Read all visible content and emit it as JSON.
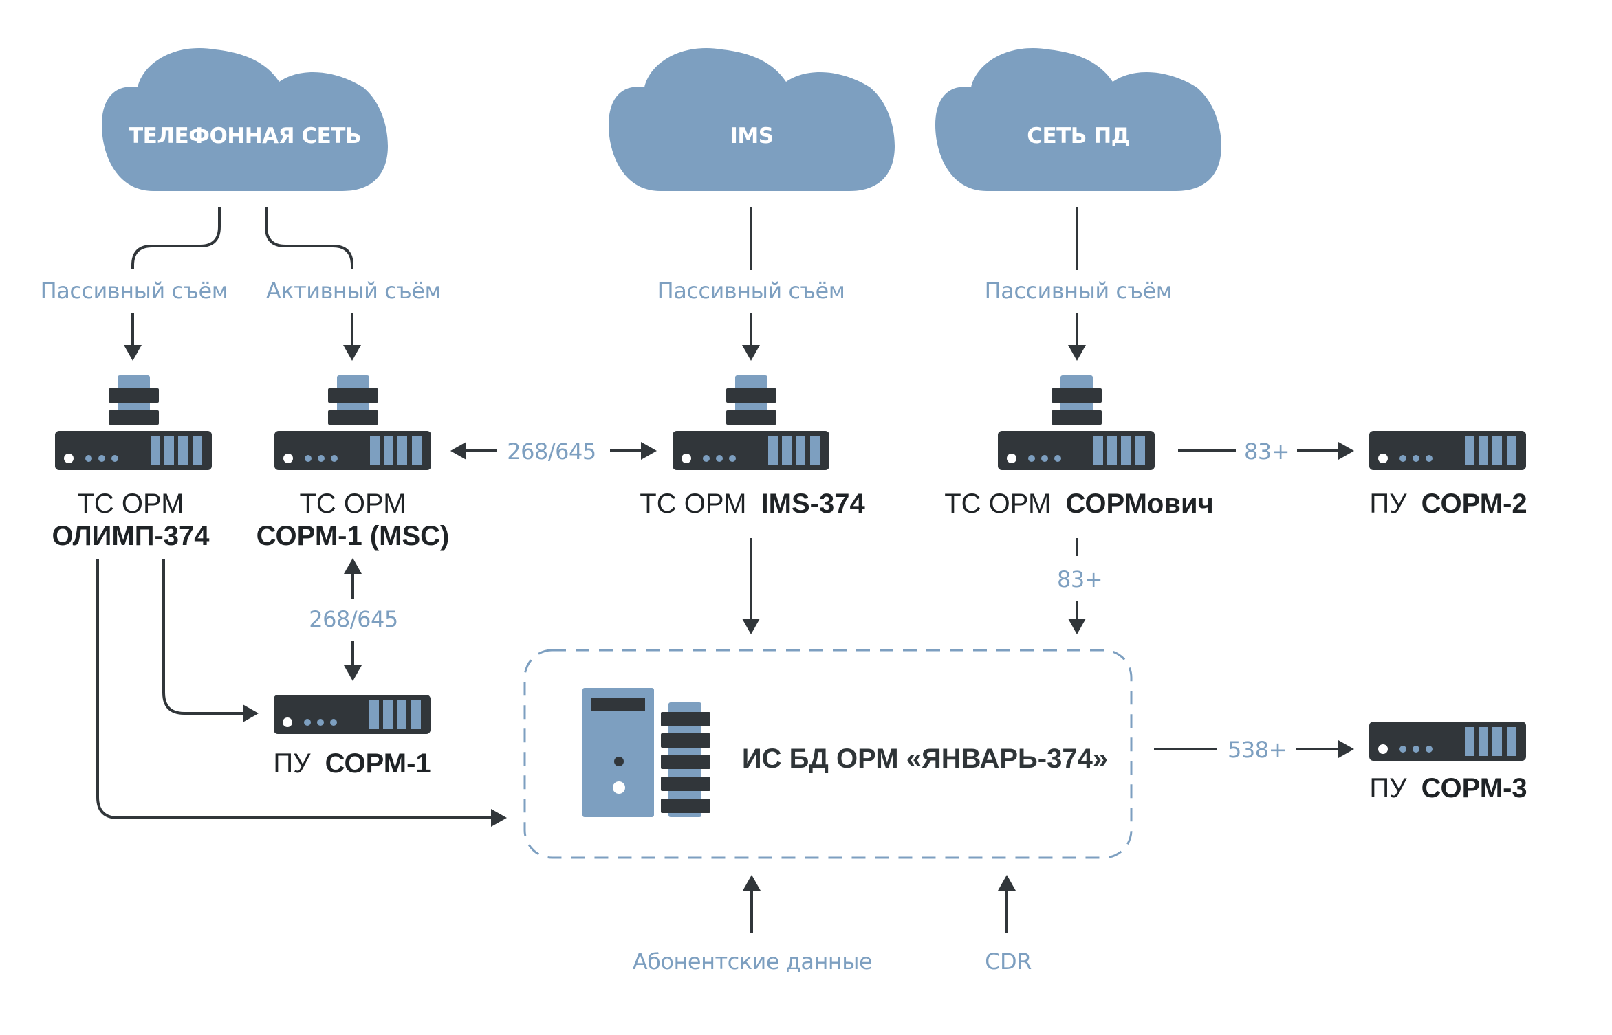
{
  "colors": {
    "accent_blue": "#7d9fc0",
    "dark": "#31363a",
    "text_dark": "#1f2326",
    "background": "#ffffff"
  },
  "clouds": [
    {
      "id": "phone",
      "label": "ТЕЛЕФОННАЯ СЕТЬ"
    },
    {
      "id": "ims",
      "label": "IMS"
    },
    {
      "id": "pd",
      "label": "СЕТЬ ПД"
    }
  ],
  "capture_labels": {
    "phone_passive": "Пассивный съём",
    "phone_active": "Активный съём",
    "ims_passive": "Пассивный съём",
    "pd_passive": "Пассивный съём"
  },
  "nodes": {
    "olimp": {
      "prefix": "ТС ОРМ",
      "name": "ОЛИМП-374"
    },
    "sorm1_msc": {
      "prefix": "ТС ОРМ",
      "name": "СОРМ-1 (MSC)"
    },
    "ims374": {
      "prefix": "ТС ОРМ",
      "name": "IMS-374"
    },
    "sormovich": {
      "prefix": "ТС ОРМ",
      "name": "СОРМович"
    },
    "pu_sorm1": {
      "prefix": "ПУ",
      "name": "СОРМ-1"
    },
    "pu_sorm2": {
      "prefix": "ПУ",
      "name": "СОРМ-2"
    },
    "pu_sorm3": {
      "prefix": "ПУ",
      "name": "СОРМ-3"
    },
    "database": {
      "title": "ИС БД ОРМ «ЯНВАРЬ-374»"
    }
  },
  "links": {
    "msc_ims": "268/645",
    "msc_pu1": "268/645",
    "sormovich_pu2": "83+",
    "sormovich_db": "83+",
    "db_pu3": "538+"
  },
  "inputs": {
    "subscriber_data": "Абонентские данные",
    "cdr": "CDR"
  }
}
